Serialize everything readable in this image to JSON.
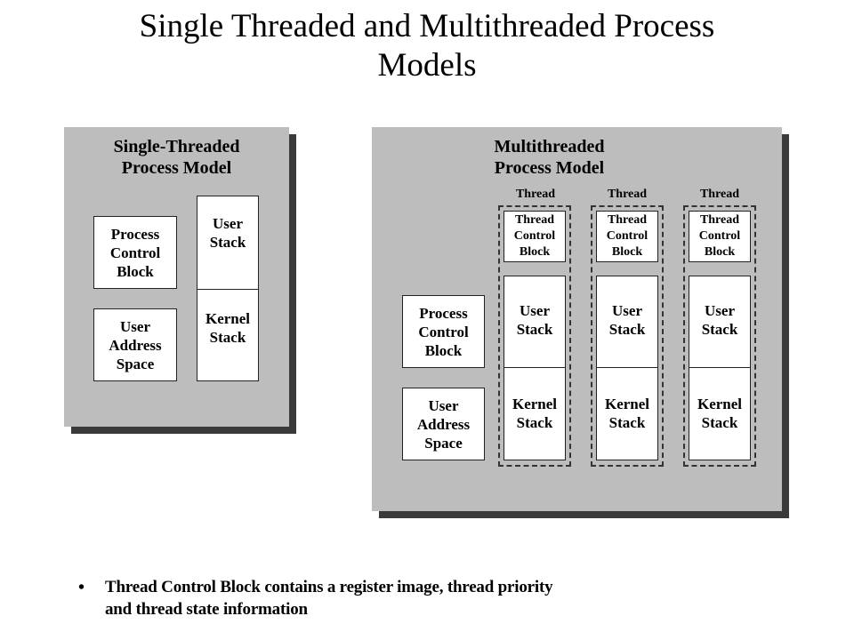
{
  "slide": {
    "title_line1": "Single Threaded and Multithreaded Process",
    "title_line2": "Models"
  },
  "single_threaded": {
    "title_line1": "Single-Threaded",
    "title_line2": "Process Model",
    "pcb": [
      "Process",
      "Control",
      "Block"
    ],
    "uas": [
      "User",
      "Address",
      "Space"
    ],
    "user_stack": [
      "User",
      "Stack"
    ],
    "kernel_stack": [
      "Kernel",
      "Stack"
    ]
  },
  "multithreaded": {
    "title_line1": "Multithreaded",
    "title_line2": "Process Model",
    "pcb": [
      "Process",
      "Control",
      "Block"
    ],
    "uas": [
      "User",
      "Address",
      "Space"
    ],
    "threads": [
      {
        "label": "Thread",
        "tcb": [
          "Thread",
          "Control",
          "Block"
        ],
        "user_stack": [
          "User",
          "Stack"
        ],
        "kernel_stack": [
          "Kernel",
          "Stack"
        ]
      },
      {
        "label": "Thread",
        "tcb": [
          "Thread",
          "Control",
          "Block"
        ],
        "user_stack": [
          "User",
          "Stack"
        ],
        "kernel_stack": [
          "Kernel",
          "Stack"
        ]
      },
      {
        "label": "Thread",
        "tcb": [
          "Thread",
          "Control",
          "Block"
        ],
        "user_stack": [
          "User",
          "Stack"
        ],
        "kernel_stack": [
          "Kernel",
          "Stack"
        ]
      }
    ]
  },
  "bullets": [
    {
      "marker": "•",
      "text_line1": "Thread Control Block contains a register image, thread priority",
      "text_line2": "and thread state information"
    }
  ]
}
